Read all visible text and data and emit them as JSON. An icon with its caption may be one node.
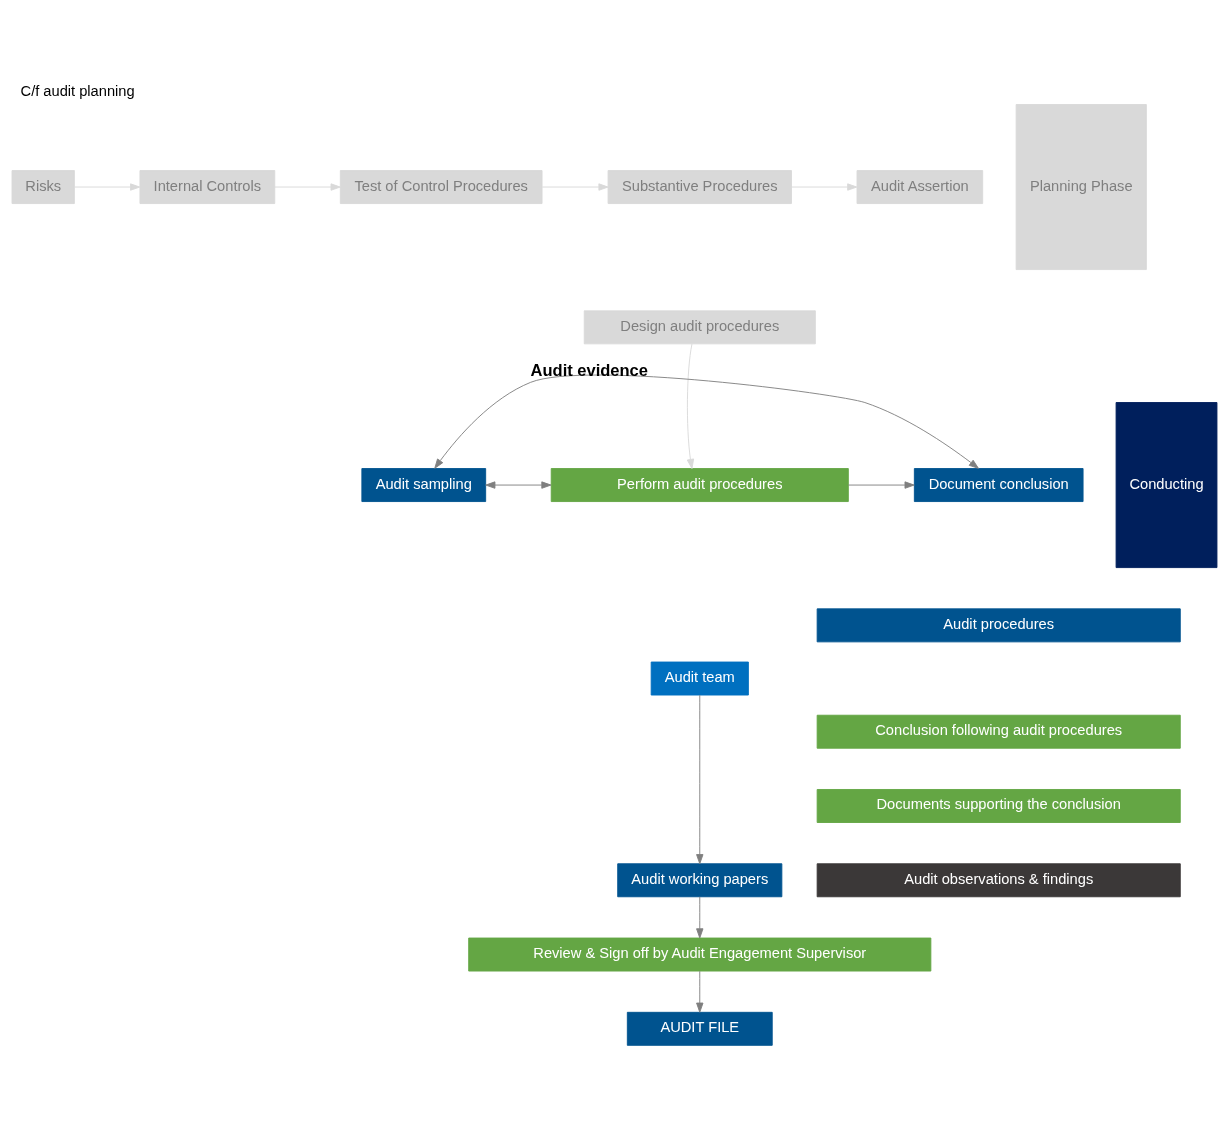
{
  "diagram": {
    "title": "C/f audit planning",
    "nodes": [
      {
        "text": [
          "Risks"
        ]
      },
      {
        "text": [
          "Internal Controls"
        ]
      },
      {
        "text": [
          "Test of Control Procedures"
        ]
      },
      {
        "text": [
          "Substantive Procedures"
        ]
      },
      {
        "text": [
          "Audit Assertion"
        ]
      },
      {
        "text": [
          "Design audit procedures"
        ]
      },
      {
        "text": [
          "Planning Phase"
        ]
      },
      {
        "text": [
          "Audit sampling"
        ]
      },
      {
        "text": [
          "Perform audit procedures"
        ]
      },
      {
        "text": [
          "Document conclusion"
        ]
      },
      {
        "text": [
          "Audit team"
        ]
      },
      {
        "text": [
          "Audit working papers"
        ]
      },
      {
        "text": [
          "Audit procedures"
        ]
      },
      {
        "text": [
          "Conclusion following audit procedures"
        ]
      },
      {
        "text": [
          "Documents supporting the conclusion"
        ]
      },
      {
        "text": [
          "Audit observations & findings"
        ]
      },
      {
        "text": [
          "Review & Sign off by Audit Engagement Supervisor"
        ]
      },
      {
        "text": [
          "AUDIT FILE"
        ]
      },
      {
        "text": [
          "Conducting"
        ]
      }
    ],
    "edges": [
      {
        "from": 0,
        "to": 1,
        "arrow": "to",
        "color": "#d9d9d9"
      },
      {
        "from": 1,
        "to": 2,
        "arrow": "to",
        "color": "#d9d9d9"
      },
      {
        "from": 2,
        "to": 3,
        "arrow": "to",
        "color": "#d9d9d9"
      },
      {
        "from": 3,
        "to": 4,
        "arrow": "to",
        "color": "#d9d9d9"
      },
      {
        "from": 5,
        "to": 8,
        "arrow": "to",
        "color": "#d9d9d9"
      },
      {
        "from": 7,
        "to": 8,
        "arrow": "both"
      },
      {
        "from": 8,
        "to": 9,
        "arrow": "to"
      },
      {
        "from": 7,
        "to": 9,
        "arrow": "both",
        "label": "Audit evidence"
      },
      {
        "from": 10,
        "to": 11,
        "arrow": "to"
      },
      {
        "from": 11,
        "to": 16,
        "arrow": "to"
      },
      {
        "from": 16,
        "to": 17,
        "arrow": "to"
      }
    ]
  }
}
